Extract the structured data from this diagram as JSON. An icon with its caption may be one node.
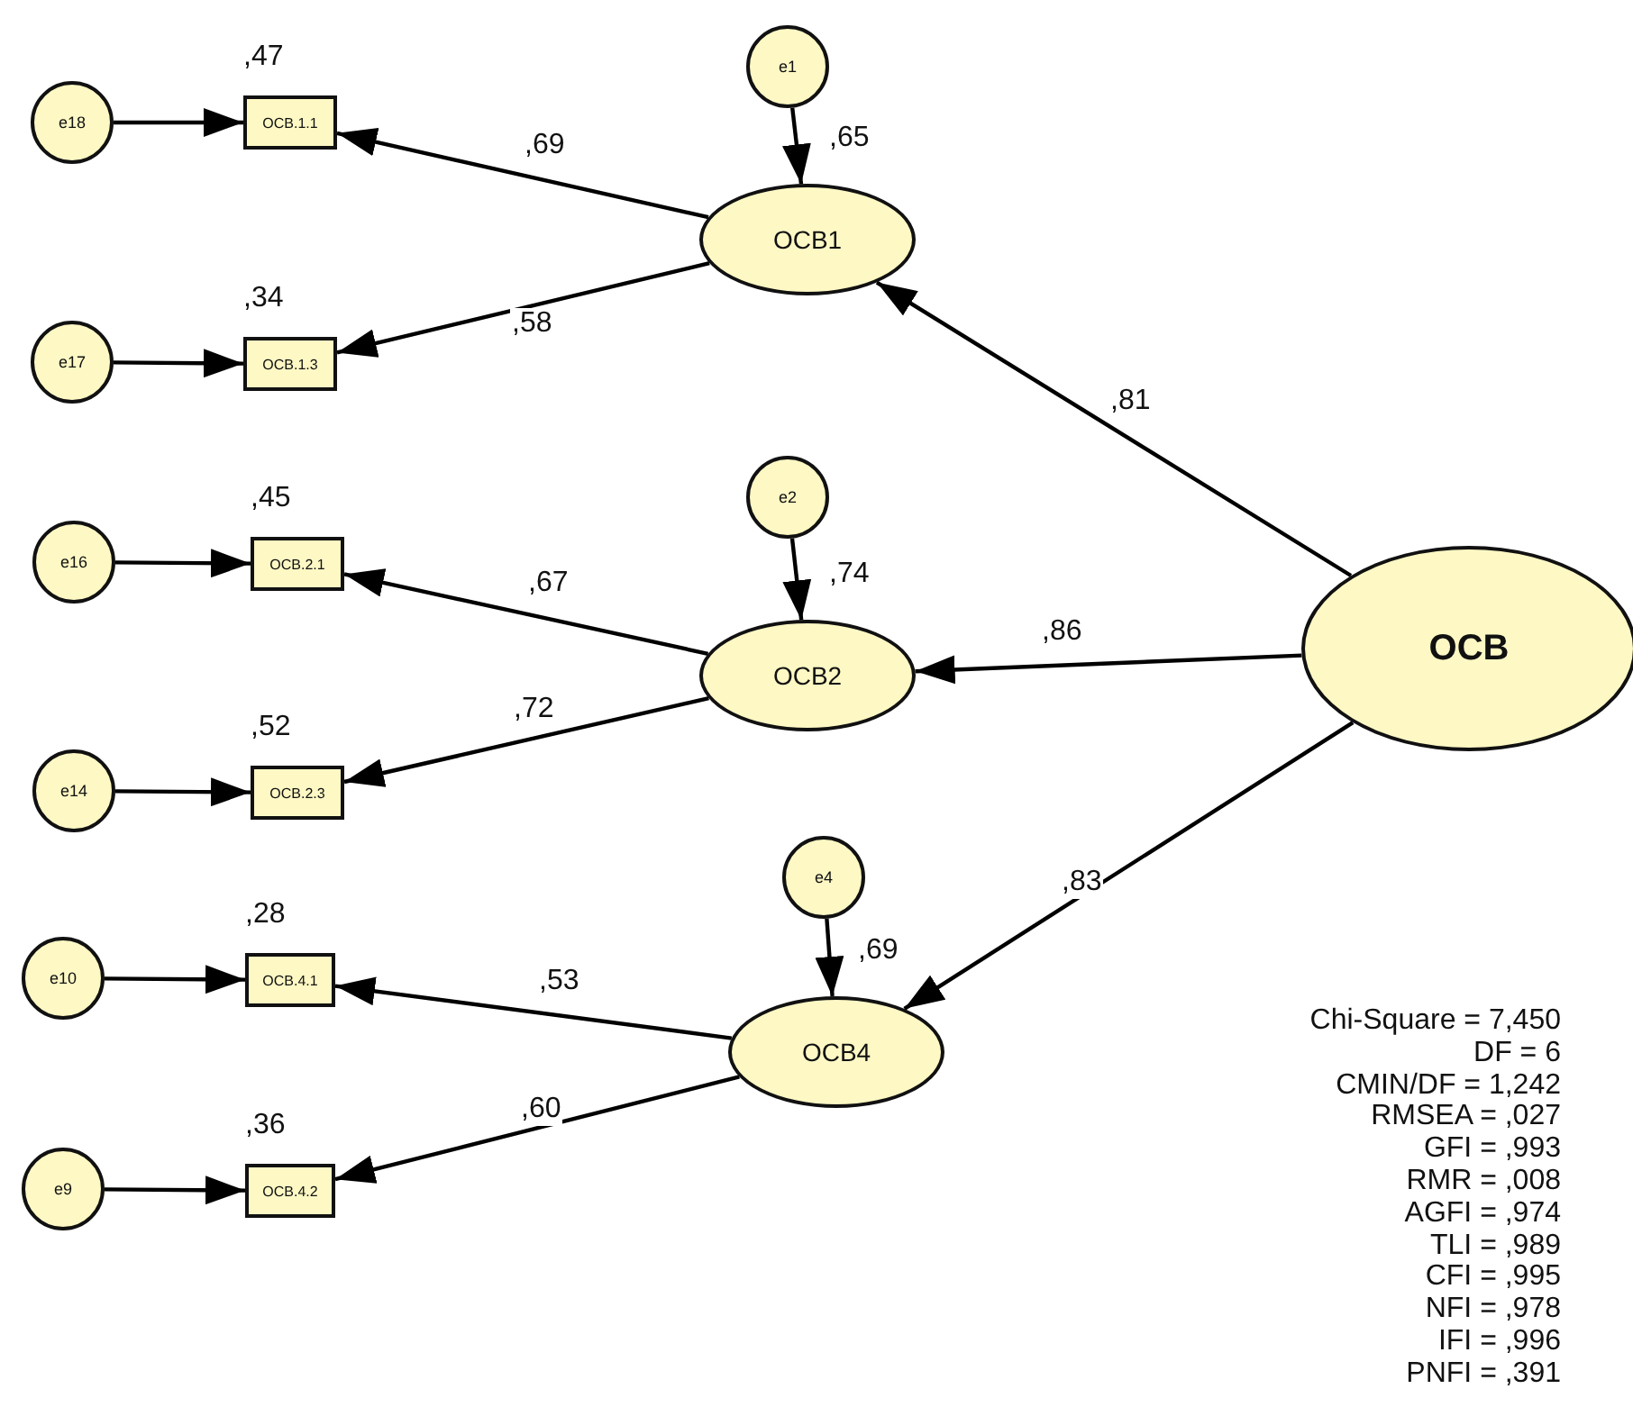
{
  "diagram": {
    "nodes": [
      {
        "text": [
          "e1"
        ]
      },
      {
        "text": [
          "e18"
        ]
      },
      {
        "text": [
          "OCB.1.1"
        ],
        "beside": [
          ",47"
        ]
      },
      {
        "text": [
          "OCB1"
        ],
        "beside": [
          ",65"
        ]
      },
      {
        "text": [
          "e17"
        ]
      },
      {
        "text": [
          "OCB.1.3"
        ],
        "beside": [
          ",34"
        ]
      },
      {
        "text": [
          "e2"
        ]
      },
      {
        "text": [
          "e16"
        ]
      },
      {
        "text": [
          "OCB.2.1"
        ],
        "beside": [
          ",45"
        ]
      },
      {
        "text": [
          "OCB2"
        ],
        "beside": [
          ",74"
        ]
      },
      {
        "text": [
          "OCB"
        ]
      },
      {
        "text": [
          "e14"
        ]
      },
      {
        "text": [
          "OCB.2.3"
        ],
        "beside": [
          ",52"
        ]
      },
      {
        "text": [
          "e4"
        ]
      },
      {
        "text": [
          "e10"
        ]
      },
      {
        "text": [
          "OCB.4.1"
        ],
        "beside": [
          ",28"
        ]
      },
      {
        "text": [
          "OCB4"
        ],
        "beside": [
          ",69"
        ]
      },
      {
        "text": [
          "e9"
        ]
      },
      {
        "text": [
          "OCB.4.2"
        ],
        "beside": [
          ",36"
        ]
      }
    ],
    "edges": [
      {
        "from": 0,
        "to": 3,
        "arrow": "to"
      },
      {
        "from": 1,
        "to": 2,
        "arrow": "to"
      },
      {
        "from": 3,
        "to": 2,
        "arrow": "to",
        "label": ",69"
      },
      {
        "from": 3,
        "to": 5,
        "arrow": "to",
        "label": ",58"
      },
      {
        "from": 4,
        "to": 5,
        "arrow": "to"
      },
      {
        "from": 10,
        "to": 3,
        "arrow": "to",
        "label": ",81"
      },
      {
        "from": 6,
        "to": 9,
        "arrow": "to"
      },
      {
        "from": 7,
        "to": 8,
        "arrow": "to"
      },
      {
        "from": 9,
        "to": 8,
        "arrow": "to",
        "label": ",67"
      },
      {
        "from": 10,
        "to": 9,
        "arrow": "to",
        "label": ",86"
      },
      {
        "from": 9,
        "to": 12,
        "arrow": "to",
        "label": ",72"
      },
      {
        "from": 11,
        "to": 12,
        "arrow": "to"
      },
      {
        "from": 10,
        "to": 16,
        "arrow": "to",
        "label": ",83"
      },
      {
        "from": 13,
        "to": 16,
        "arrow": "to"
      },
      {
        "from": 14,
        "to": 15,
        "arrow": "to"
      },
      {
        "from": 16,
        "to": 15,
        "arrow": "to",
        "label": ",53"
      },
      {
        "from": 16,
        "to": 18,
        "arrow": "to",
        "label": ",60"
      },
      {
        "from": 17,
        "to": 18,
        "arrow": "to"
      }
    ],
    "labels": [
      "Chi-Square = 7,450",
      "DF = 6",
      "CMIN/DF = 1,242",
      "RMSEA = ,027",
      "GFI = ,993",
      "RMR = ,008",
      "AGFI = ,974",
      "TLI = ,989",
      "CFI = ,995",
      "NFI = ,978",
      "IFI = ,996",
      "PNFI = ,391"
    ]
  }
}
